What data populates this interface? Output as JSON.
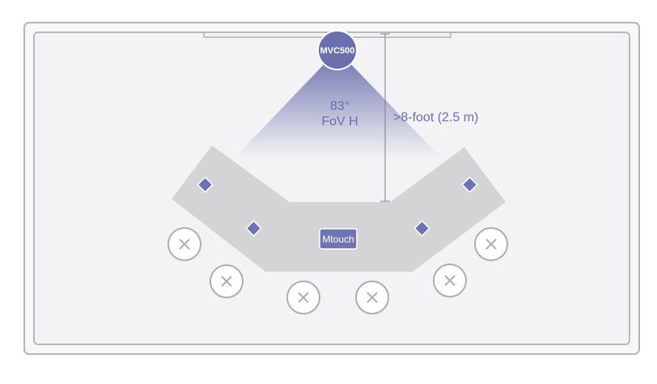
{
  "camera": {
    "label": "MVC500",
    "fill": "#6b6fae"
  },
  "fov": {
    "line1": "83°",
    "line2": "FoV H"
  },
  "distance": {
    "label": ">8-foot (2.5 m)"
  },
  "mtouch": {
    "label": "Mtouch",
    "fill": "#7074b4"
  },
  "colors": {
    "room_border": "#b5b5b5",
    "room_fill": "#f3f3f5",
    "table": "#d4d4d6",
    "mic": "#6d72b4",
    "chair_stroke": "#aeaeae",
    "accent_text": "#6a6fb0"
  },
  "icons": {
    "chair": "chair-x-icon",
    "mic": "microphone-pod-icon",
    "camera": "camera-icon"
  }
}
